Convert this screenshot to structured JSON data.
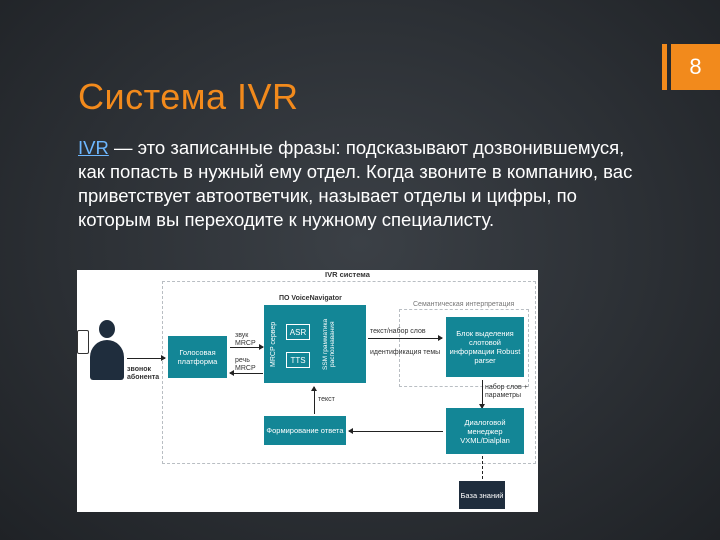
{
  "slide": {
    "page_number": "8",
    "title": "Система IVR",
    "body_link": "IVR",
    "body_text": " — это записанные фразы: подсказывают дозвонившемуся, как попасть в нужный ему отдел. Когда звоните в компанию, вас приветствует автоответчик, называет отделы и цифры, по которым вы переходите к нужному специалисту."
  },
  "diagram": {
    "system_label": "IVR система",
    "navigator_label": "ПО VoiceNavigator",
    "semantic_label": "Семантическая интерпретация",
    "caller_label": "звонок абонента",
    "voice_platform": "Голосовая платформа",
    "mrcp_server": "MRCP сервер",
    "asr": "ASR",
    "tts": "TTS",
    "ssm": "SSM грамматика распознавания",
    "slot_block": "Блок выделения слотовой информации Robust parser",
    "dialog_manager": "Диалоговой менеджер VXML/Dialplan",
    "response": "Формирование ответа",
    "knowledge_base": "База знаний",
    "sound_mrcp": "звук MRCP",
    "speech_mrcp": "речь MRCP",
    "text_words": "текст/набор слов",
    "topic_id": "идентификация темы",
    "words_params": "набор слов + параметры",
    "text": "текст"
  }
}
